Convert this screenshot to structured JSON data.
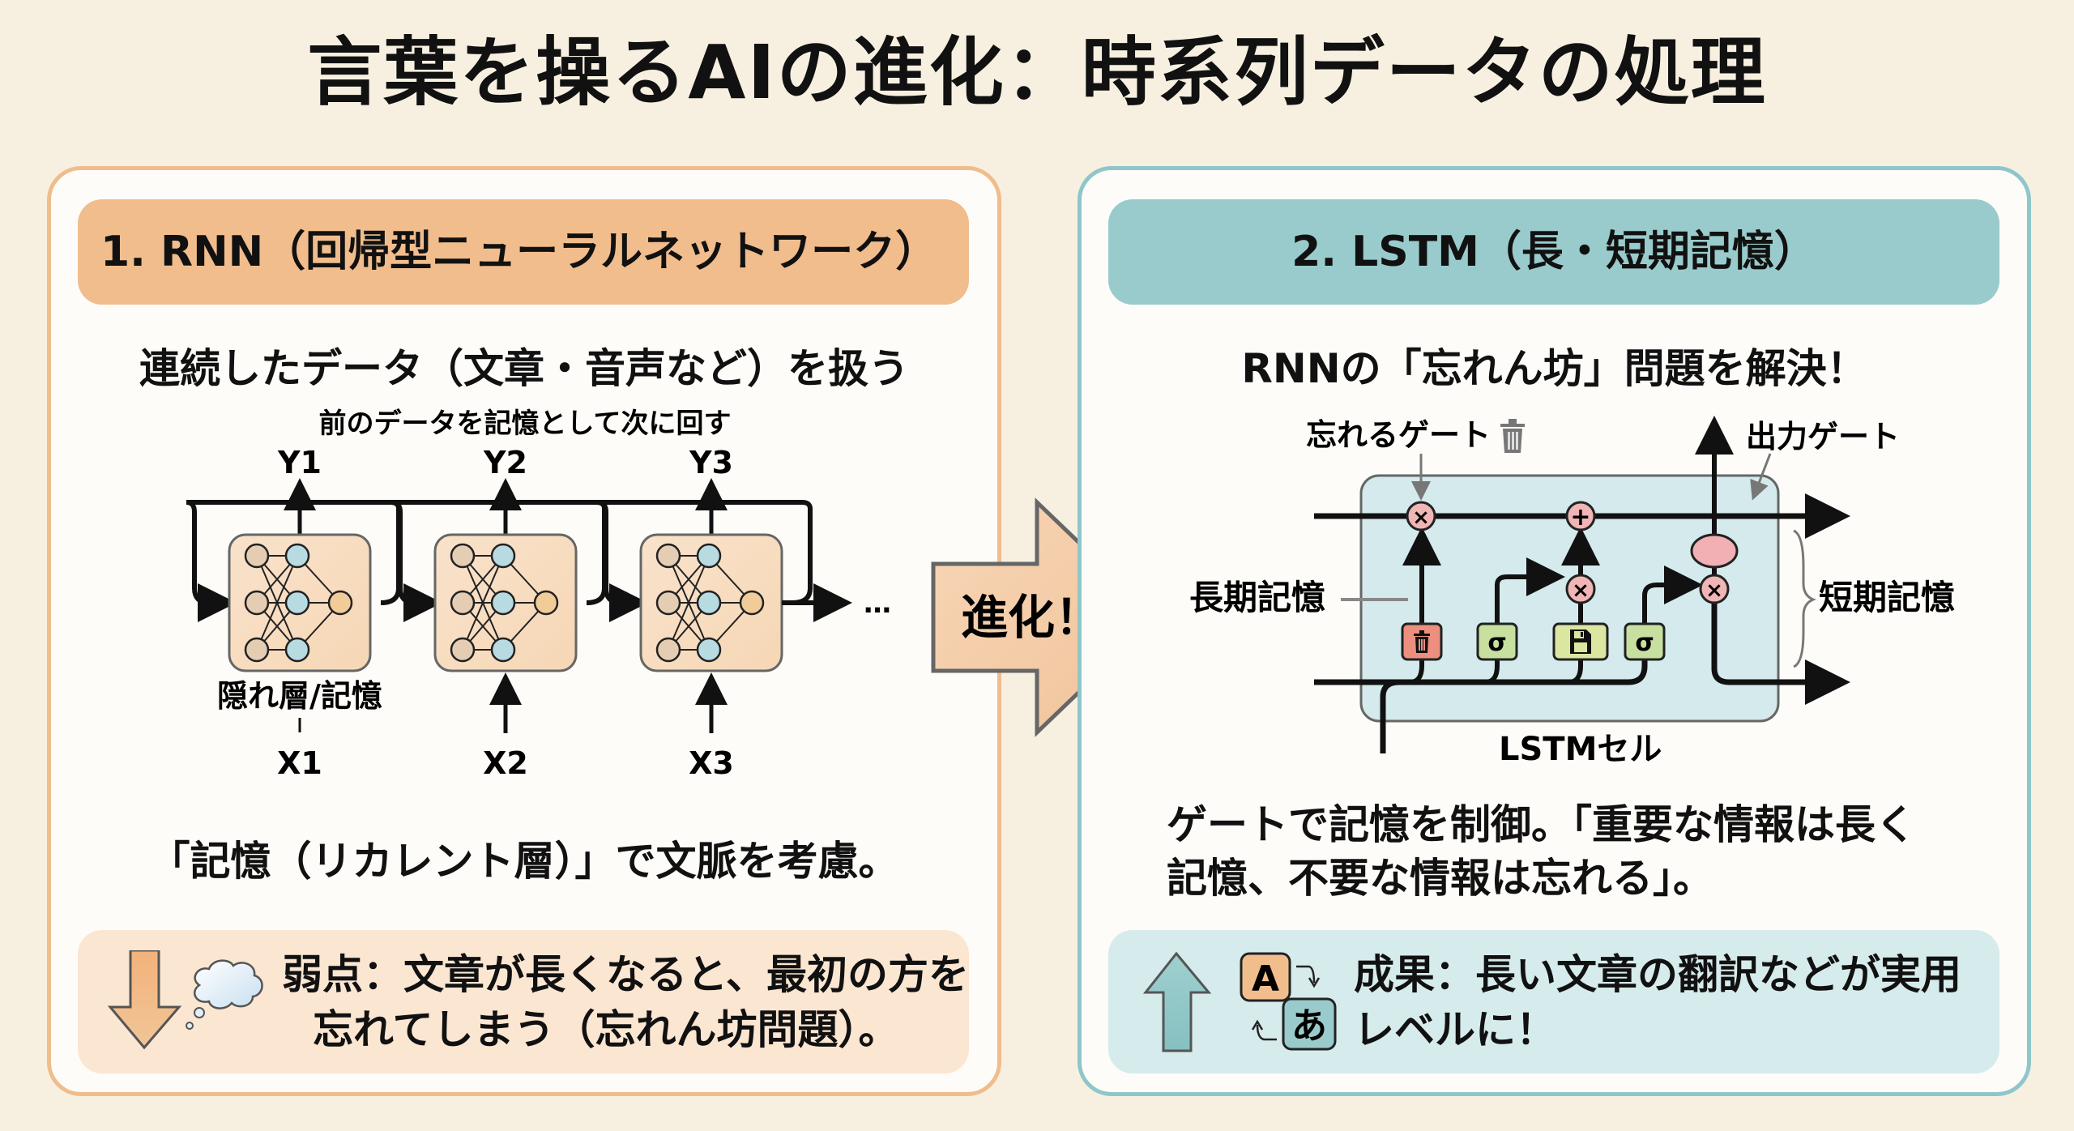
{
  "title": "言葉を操るAIの進化：時系列データの処理",
  "rnn": {
    "header": "1. RNN（回帰型ニューラルネットワーク）",
    "subtitle": "連続したデータ（文章・音声など）を扱う",
    "diagram": {
      "caption": "前のデータを記憶として次に回す",
      "outputs": [
        "Y1",
        "Y2",
        "Y3"
      ],
      "inputs": [
        "X1",
        "X2",
        "X3"
      ],
      "hidden_label": "隠れ層/記憶",
      "ellipsis": "…"
    },
    "description": "「記憶（リカレント層）」で文脈を考慮。",
    "weakness": {
      "icon": "down-arrow",
      "icon2": "thought-cloud",
      "line1": "弱点：文章が長くなると、最初の方を",
      "line2": "忘れてしまう（忘れん坊問題）。"
    }
  },
  "transition": {
    "label": "進化！"
  },
  "lstm": {
    "header": "2. LSTM（長・短期記憶）",
    "subtitle": "RNNの「忘れん坊」問題を解決！",
    "diagram": {
      "forget_gate_label": "忘れるゲート",
      "output_gate_label": "出力ゲート",
      "long_term_label": "長期記憶",
      "short_term_label": "短期記憶",
      "cell_label": "LSTMセル",
      "ops": {
        "multiply": "×",
        "add": "+"
      },
      "gates": [
        {
          "name": "forget",
          "icon": "trash",
          "color": "#ec8f7f"
        },
        {
          "name": "input-sigmoid",
          "symbol": "σ",
          "color": "#c7e0a0"
        },
        {
          "name": "candidate",
          "icon": "save",
          "color": "#dbe6a1"
        },
        {
          "name": "output-sigmoid",
          "symbol": "σ",
          "color": "#c7e0a0"
        }
      ]
    },
    "description_line1": "ゲートで記憶を制御。「重要な情報は長く",
    "description_line2": "記憶、不要な情報は忘れる」。",
    "result": {
      "icon": "up-arrow",
      "translate_from": "A",
      "translate_to": "あ",
      "line1": "成果：長い文章の翻訳などが実用",
      "line2": "レベルに！"
    }
  },
  "colors": {
    "background": "#f7f0e1",
    "rnn_accent": "#f1bd8d",
    "lstm_accent": "#9acbcc",
    "rnn_border": "#efbd8c",
    "lstm_border": "#8fc6c9"
  }
}
